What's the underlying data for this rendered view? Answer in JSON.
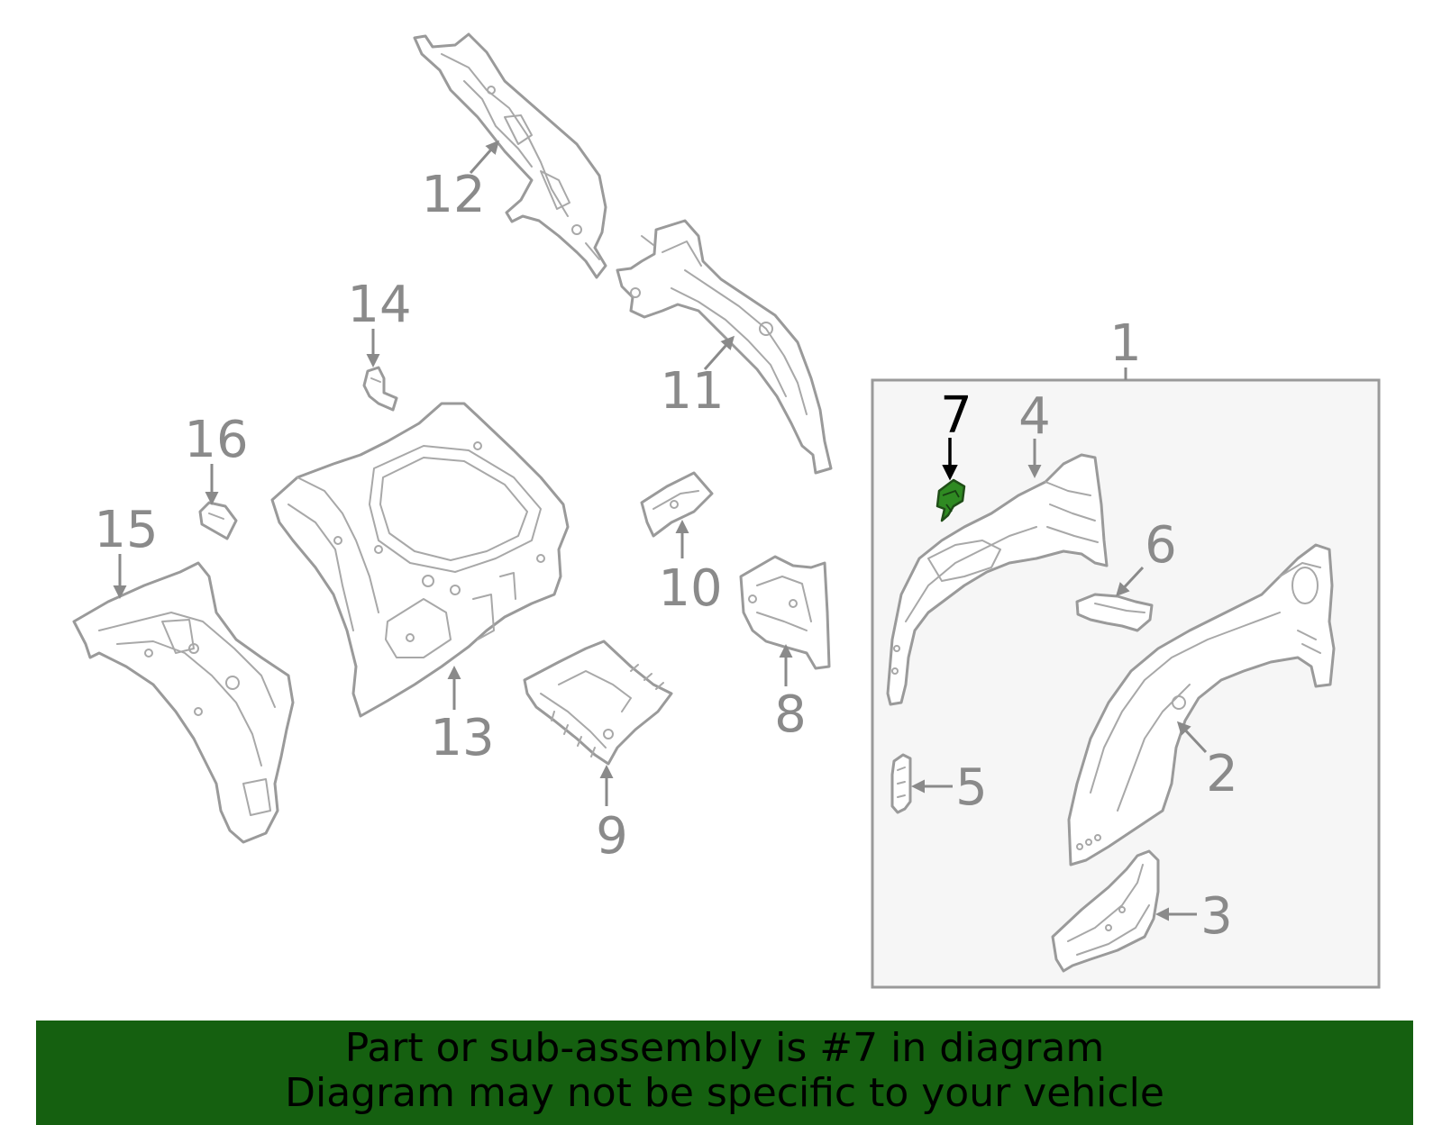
{
  "diagram": {
    "callouts": [
      "1",
      "2",
      "3",
      "4",
      "5",
      "6",
      "7",
      "8",
      "9",
      "10",
      "11",
      "12",
      "13",
      "14",
      "15",
      "16"
    ],
    "highlighted_callout": "7",
    "highlight_color": "#2f8a22",
    "line_color": "#9a9a9a",
    "subassembly_box_fill": "#f6f6f6"
  },
  "banner": {
    "line1": "Part or sub-assembly is #7 in diagram",
    "line2": "Diagram may not be specific to your vehicle",
    "background": "#156010"
  }
}
